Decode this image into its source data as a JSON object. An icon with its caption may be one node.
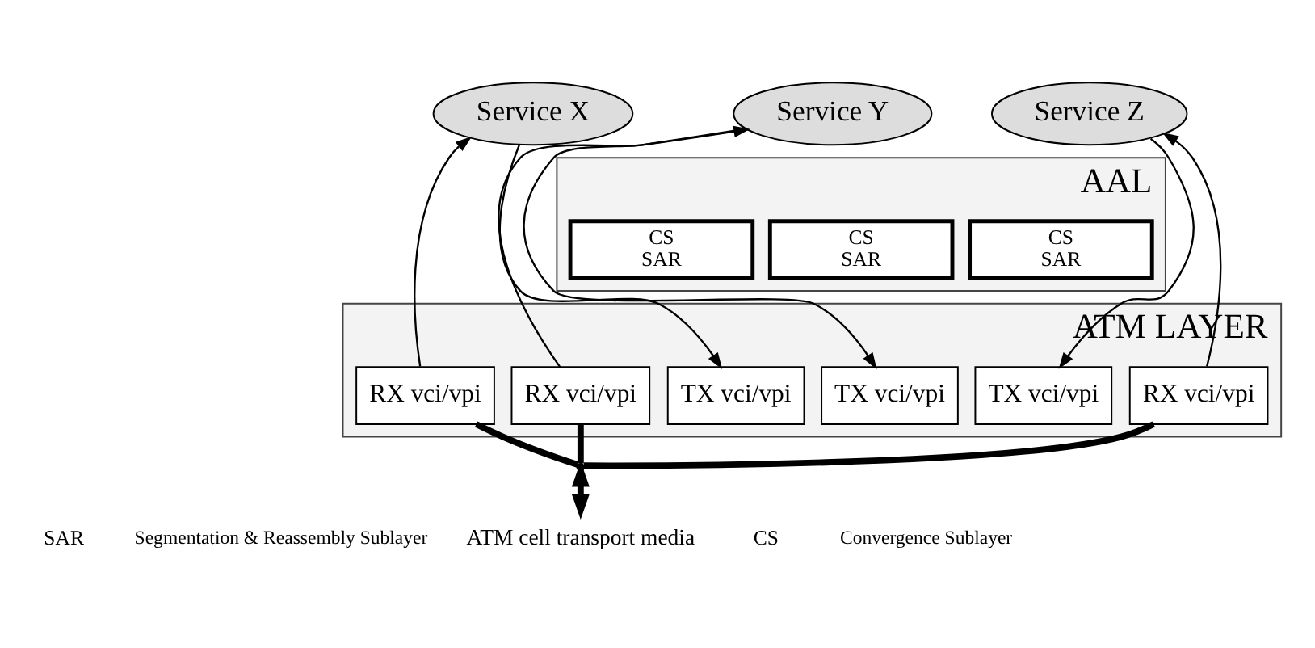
{
  "diagram": {
    "nodes": [
      {
        "text": [
          "Service X"
        ]
      },
      {
        "text": [
          "Service Y"
        ]
      },
      {
        "text": [
          "Service Z"
        ]
      },
      {
        "text": [
          "AAL"
        ]
      },
      {
        "text": [
          "CS",
          "SAR"
        ],
        "in": 3
      },
      {
        "text": [
          "CS",
          "SAR"
        ],
        "in": 3
      },
      {
        "text": [
          "CS",
          "SAR"
        ],
        "in": 3
      },
      {
        "text": [
          "ATM LAYER"
        ]
      },
      {
        "text": [
          "RX vci/vpi"
        ],
        "in": 7
      },
      {
        "text": [
          "TX vci/vpi"
        ],
        "in": 7
      },
      {
        "text": [
          "RX vci/vpi"
        ],
        "in": 7
      },
      {
        "text": [
          "TX vci/vpi"
        ],
        "in": 7
      },
      {
        "text": [
          "RX vci/vpi"
        ],
        "in": 7
      },
      {
        "text": [
          "TX vci/vpi"
        ],
        "in": 7
      },
      {
        "text": [],
        "shape": "point"
      },
      {
        "text": [
          "ATM cell transport media"
        ]
      }
    ],
    "edges": [
      {
        "from": 8,
        "to": 0,
        "arrow": "to"
      },
      {
        "from": 0,
        "to": 9,
        "arrow": "to"
      },
      {
        "from": 10,
        "to": 1,
        "arrow": "to"
      },
      {
        "from": 1,
        "to": 11,
        "arrow": "to"
      },
      {
        "from": 12,
        "to": 2,
        "arrow": "to"
      },
      {
        "from": 2,
        "to": 13,
        "arrow": "to"
      },
      {
        "from": 8,
        "to": 14,
        "arrow": "none",
        "style": "thick"
      },
      {
        "from": 10,
        "to": 14,
        "arrow": "none",
        "style": "thick"
      },
      {
        "from": 12,
        "to": 14,
        "arrow": "none",
        "style": "thick"
      },
      {
        "from": 14,
        "to": 15,
        "arrow": "both",
        "style": "thick"
      }
    ],
    "labels": [
      "SAR",
      "Segmentation & Reassembly Sublayer",
      "CS",
      "Convergence Sublayer"
    ]
  }
}
